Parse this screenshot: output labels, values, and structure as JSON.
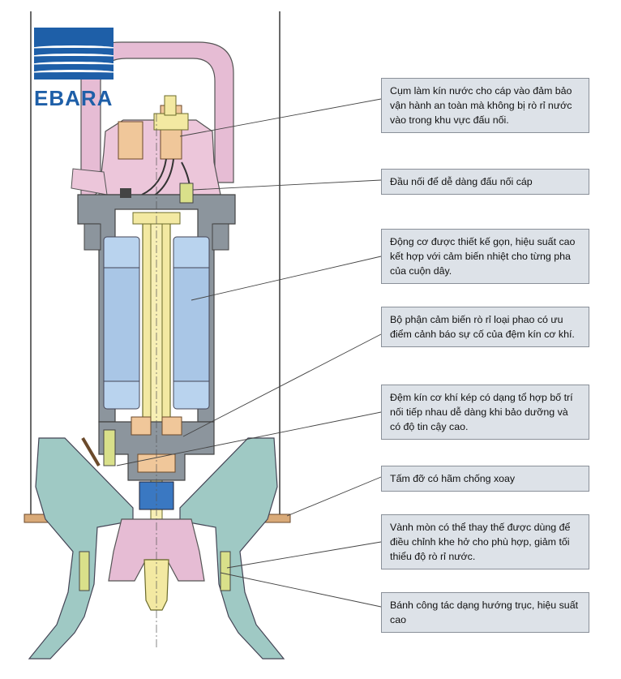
{
  "brand": {
    "logo_text": "EBARA",
    "logo_color": "#1e5fa8"
  },
  "colors": {
    "casing": "#8c959d",
    "motor_stator": "#b9d3ee",
    "shaft": "#f3e9a2",
    "cable_gland": "#e6bcd4",
    "seal": "#f0c79a",
    "impeller": "#9fc9c4",
    "callout_bg": "#dde2e8",
    "support_ring": "#d9aa78"
  },
  "callouts": [
    {
      "id": "cable-seal",
      "text": "Cụm làm kín nước cho cáp vào đảm bảo vận hành an toàn mà không bị rò rỉ nước vào trong khu vực đấu nối."
    },
    {
      "id": "connector",
      "text": "Đầu nối để dễ dàng đấu nối cáp"
    },
    {
      "id": "motor",
      "text": "Động cơ được thiết kế gọn, hiệu suất cao kết hợp với cảm biến nhiệt cho từng pha của cuộn dây."
    },
    {
      "id": "leak-sensor",
      "text": "Bộ phận cảm biến rò rỉ loại phao có ưu điểm cảnh báo sự cố của đệm kín cơ khí."
    },
    {
      "id": "mechanical-seal",
      "text": "Đệm kín cơ khí kép có dạng tổ hợp bố trí nối tiếp nhau dễ dàng khi bảo dưỡng và có độ tin cậy cao."
    },
    {
      "id": "anti-rotation",
      "text": "Tấm đỡ có hãm chống xoay"
    },
    {
      "id": "wear-ring",
      "text": "Vành mòn có thể thay thế được dùng để điều chỉnh khe hở cho phù hợp, giảm tối thiểu độ rò rỉ nước."
    },
    {
      "id": "impeller",
      "text": "Bánh công tác dạng hướng trục, hiệu suất cao"
    }
  ]
}
